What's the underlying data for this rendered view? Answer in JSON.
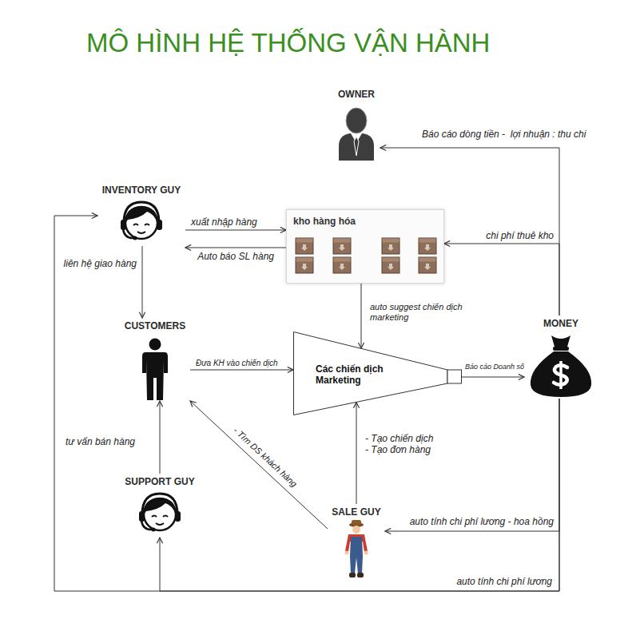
{
  "diagram": {
    "title": "MÔ HÌNH HỆ THỐNG VẬN HÀNH",
    "nodes": [
      {
        "text": [
          "OWNER"
        ]
      },
      {
        "text": [
          "INVENTORY GUY"
        ]
      },
      {
        "text": [
          "kho hàng hóa"
        ]
      },
      {
        "text": [
          "CUSTOMERS"
        ]
      },
      {
        "text": [
          "Các chiến dịch Marketing"
        ]
      },
      {
        "text": [
          "MONEY"
        ]
      },
      {
        "text": [
          "SUPPORT GUY"
        ]
      },
      {
        "text": [
          "SALE GUY"
        ]
      }
    ],
    "edges": [
      {
        "from": 5,
        "to": 0,
        "label": "Báo cáo dòng tiền -  lợi nhuận : thu chi",
        "arrow": "to"
      },
      {
        "from": 1,
        "to": 2,
        "label": "xuất nhập hàng",
        "arrow": "to"
      },
      {
        "from": 2,
        "to": 1,
        "label": "Auto báo SL hàng",
        "arrow": "to"
      },
      {
        "from": 5,
        "to": 2,
        "label": "chi phí thuê kho",
        "arrow": "to"
      },
      {
        "from": 1,
        "to": 3,
        "label": "liên hệ giao hàng",
        "arrow": "to"
      },
      {
        "from": 2,
        "to": 4,
        "label": "auto suggest chiến dịch marketing",
        "arrow": "to"
      },
      {
        "from": 3,
        "to": 4,
        "label": "Đưa KH vào chiến dịch",
        "arrow": "to"
      },
      {
        "from": 4,
        "to": 5,
        "label": "Báo cáo Doanh số",
        "arrow": "to"
      },
      {
        "from": 6,
        "to": 3,
        "label": "tư vấn bán hàng",
        "arrow": "to"
      },
      {
        "from": 7,
        "to": 3,
        "label": "- Tìm DS khách hàng",
        "arrow": "to"
      },
      {
        "from": 7,
        "to": 4,
        "label": "- Tạo chiến dịch - Tạo đơn hàng",
        "arrow": "to"
      },
      {
        "from": 5,
        "to": 7,
        "label": "auto tính chi phí lương - hoa hồng",
        "arrow": "to"
      },
      {
        "from": 5,
        "to": 6,
        "label": "auto tính chi phí lương",
        "arrow": "to"
      },
      {
        "from": 5,
        "to": 1,
        "arrow": "to"
      }
    ]
  }
}
